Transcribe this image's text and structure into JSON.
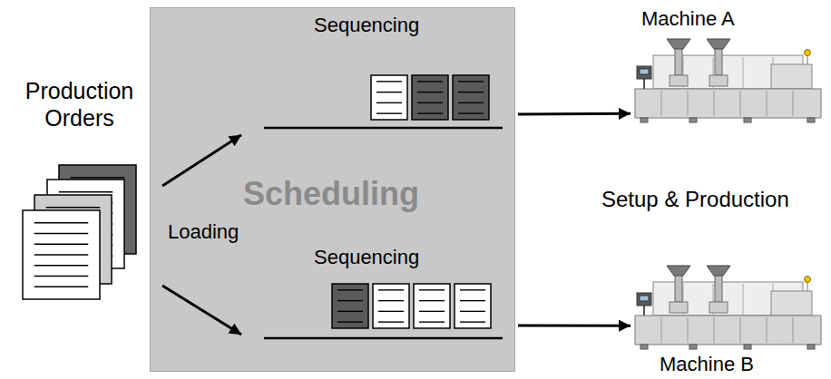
{
  "diagram": {
    "nodes": [
      {
        "text": [
          "Production Orders"
        ]
      },
      {
        "text": [
          "Scheduling"
        ]
      },
      {
        "text": [
          "Sequencing"
        ],
        "in": 1
      },
      {
        "text": [
          "Sequencing"
        ],
        "in": 1
      },
      {
        "text": [
          "Machine A"
        ]
      },
      {
        "text": [
          "Machine B"
        ]
      }
    ],
    "edges": [
      {
        "from": 0,
        "to": 2,
        "arrow": "to"
      },
      {
        "from": 0,
        "to": 3,
        "arrow": "to"
      },
      {
        "from": 2,
        "to": 4,
        "arrow": "to"
      },
      {
        "from": 3,
        "to": 5,
        "arrow": "to"
      }
    ],
    "labels": [
      "Loading",
      "Setup & Production"
    ]
  }
}
